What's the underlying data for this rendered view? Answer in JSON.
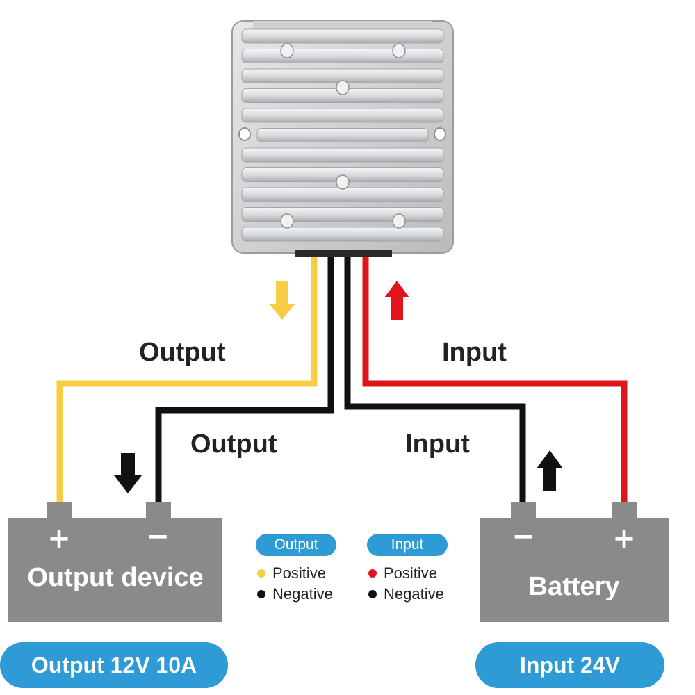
{
  "labels": {
    "output_positive_wire": "Output",
    "output_negative_wire": "Output",
    "input_positive_wire": "Input",
    "input_negative_wire": "Input"
  },
  "output_device": {
    "name": "Output device",
    "plus": "+",
    "minus": "−"
  },
  "battery": {
    "name": "Battery",
    "plus": "+",
    "minus": "−"
  },
  "legend": {
    "output": {
      "title": "Output",
      "positive": "Positive",
      "negative": "Negative"
    },
    "input": {
      "title": "Input",
      "positive": "Positive",
      "negative": "Negative"
    }
  },
  "specs": {
    "output": "Output 12V 10A",
    "input": "Input 24V"
  },
  "colors": {
    "output_positive": "#f7cd45",
    "input_positive": "#e0151b",
    "negative": "#111111",
    "battery_body": "#8a8a8a",
    "pill": "#2f9bd6",
    "converter": "#d2d4d6"
  },
  "icons": [
    "converter-heatsink",
    "arrow-down-icon",
    "arrow-up-icon",
    "battery-icon"
  ]
}
